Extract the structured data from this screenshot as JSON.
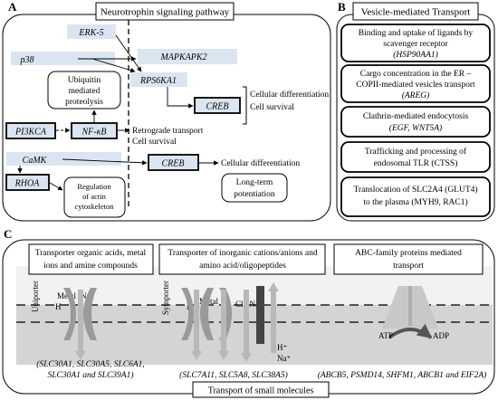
{
  "panel_a": {
    "letter": "A",
    "title": "Neurotrophin signaling pathway",
    "genes": {
      "erk5": "ERK-5",
      "p38": "p38",
      "mapkapk2": "MAPKAPK2",
      "rps6ka1": "RPS6KA1",
      "creb_top": "CREB",
      "pik3ca": "PI3KCA",
      "nfkb": "NF-κB",
      "camk": "CaMK",
      "creb_bottom": "CREB",
      "rhoa": "RHOA"
    },
    "labels": {
      "ubiquitin_line1": "Ubiquitin",
      "ubiquitin_line2": "mediated",
      "ubiquitin_line3": "proteolysis",
      "diff_survival_line1": "Cellular differentiation",
      "diff_survival_line2": "Cell survival",
      "retro_line1": "Retrograde transport",
      "retro_line2": "Cell survival",
      "cell_diff": "Cellular differentiation",
      "ltp_line1": "Long-term",
      "ltp_line2": "potentiation",
      "actin_line1": "Regulation",
      "actin_line2": "of actin",
      "actin_line3": "cytoskeleton"
    }
  },
  "panel_b": {
    "letter": "B",
    "title": "Vesicle-mediated Transport",
    "boxes": [
      {
        "line1": "Binding and uptake of ligands by",
        "line2": "scavenger receptor",
        "line3": "(HSP90AA1)"
      },
      {
        "line1": "Cargo concentration in the ER –",
        "line2": "COPII-mediated vesicles transport",
        "line3": "(AREG)"
      },
      {
        "line1": "Clathrin-mediated endocytosis",
        "line2": "(EGF, WNT5A)"
      },
      {
        "line1": "Trafficking and processing of",
        "line2": "endosomal TLR (CTSS)"
      },
      {
        "line1": "Translocation of SLC2A4 (GLUT4)",
        "line2": "to the plasma (MYH9, RAC1)"
      }
    ]
  },
  "panel_c": {
    "letter": "C",
    "footer": "Transport of small molecules",
    "sections": [
      {
        "title_line1": "Transporter organic acids, metal",
        "title_line2": "ions and amine compounds"
      },
      {
        "title_line1": "Transporter of inorganic cations/anions and",
        "title_line2": "amino acid/oligopeptides"
      },
      {
        "title_line1": "ABC-family proteins mediated",
        "title_line2": "transport"
      }
    ],
    "labels": {
      "uniporter": "Uniporter",
      "metal_1": "Metal",
      "na_1": "Na⁺",
      "h_1": "H",
      "symporter": "Symporter",
      "h_2": "H",
      "metal_2": "Metal",
      "cl_na": "Cl⁻ Na⁺",
      "h_plus": "H⁺",
      "na_plus": "Na⁺",
      "atp": "ATP",
      "adp": "ADP"
    },
    "genes": {
      "group1_line1": "(SLC30A1, SLC30A5, SLC6A1,",
      "group1_line2": "SLC30A1 and SLC39A1)",
      "group2": "(SLC7A11, SLC5A8, SLC38A5)",
      "group3": "(ABCB5, PSMD14, SHFM1, ABCB1 and EIF2A)"
    }
  }
}
